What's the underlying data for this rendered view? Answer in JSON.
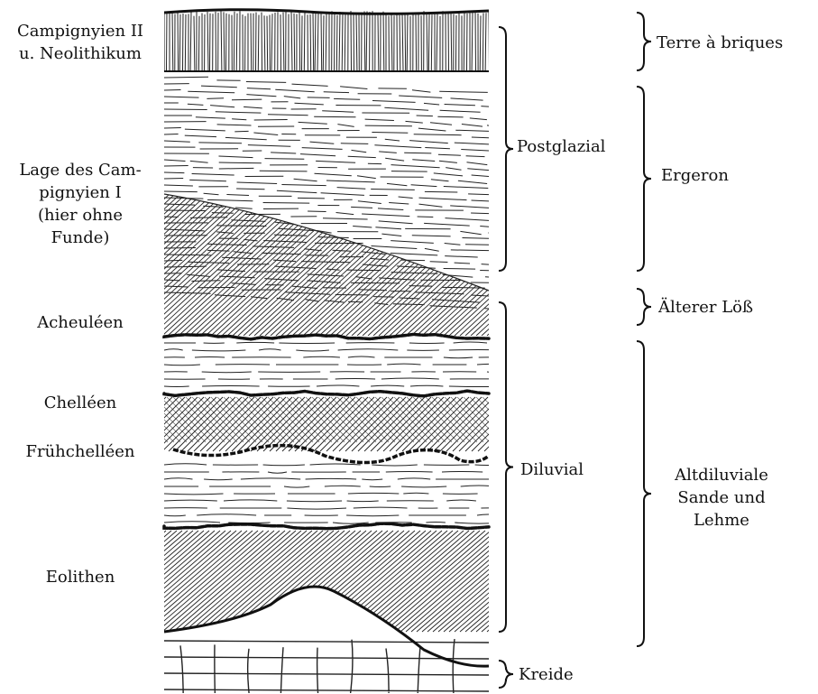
{
  "diagram": {
    "left_labels": [
      {
        "id": "campignyien2",
        "lines": [
          "Campignyien II",
          "u. Neolithikum"
        ]
      },
      {
        "id": "campignyien1",
        "lines": [
          "Lage des Cam-",
          "pignyien I",
          "(hier ohne",
          "Funde)"
        ]
      },
      {
        "id": "acheuleen",
        "lines": [
          "Acheuléen"
        ]
      },
      {
        "id": "chelleen",
        "lines": [
          "Chelléen"
        ]
      },
      {
        "id": "fruhchelleen",
        "lines": [
          "Frühchelléen"
        ]
      },
      {
        "id": "eolithen",
        "lines": [
          "Eolithen"
        ]
      }
    ],
    "middle_labels": [
      {
        "id": "postglazial",
        "text": "Postglazial"
      },
      {
        "id": "diluvial",
        "text": "Diluvial"
      },
      {
        "id": "kreide",
        "text": "Kreide"
      }
    ],
    "right_labels": [
      {
        "id": "terre",
        "lines": [
          "Terre à briques"
        ]
      },
      {
        "id": "ergeron",
        "lines": [
          "Ergeron"
        ]
      },
      {
        "id": "alterer",
        "lines": [
          "Älterer Löß"
        ]
      },
      {
        "id": "altdiluviale",
        "lines": [
          "Altdiluviale",
          "Sande und",
          "Lehme"
        ]
      }
    ]
  }
}
